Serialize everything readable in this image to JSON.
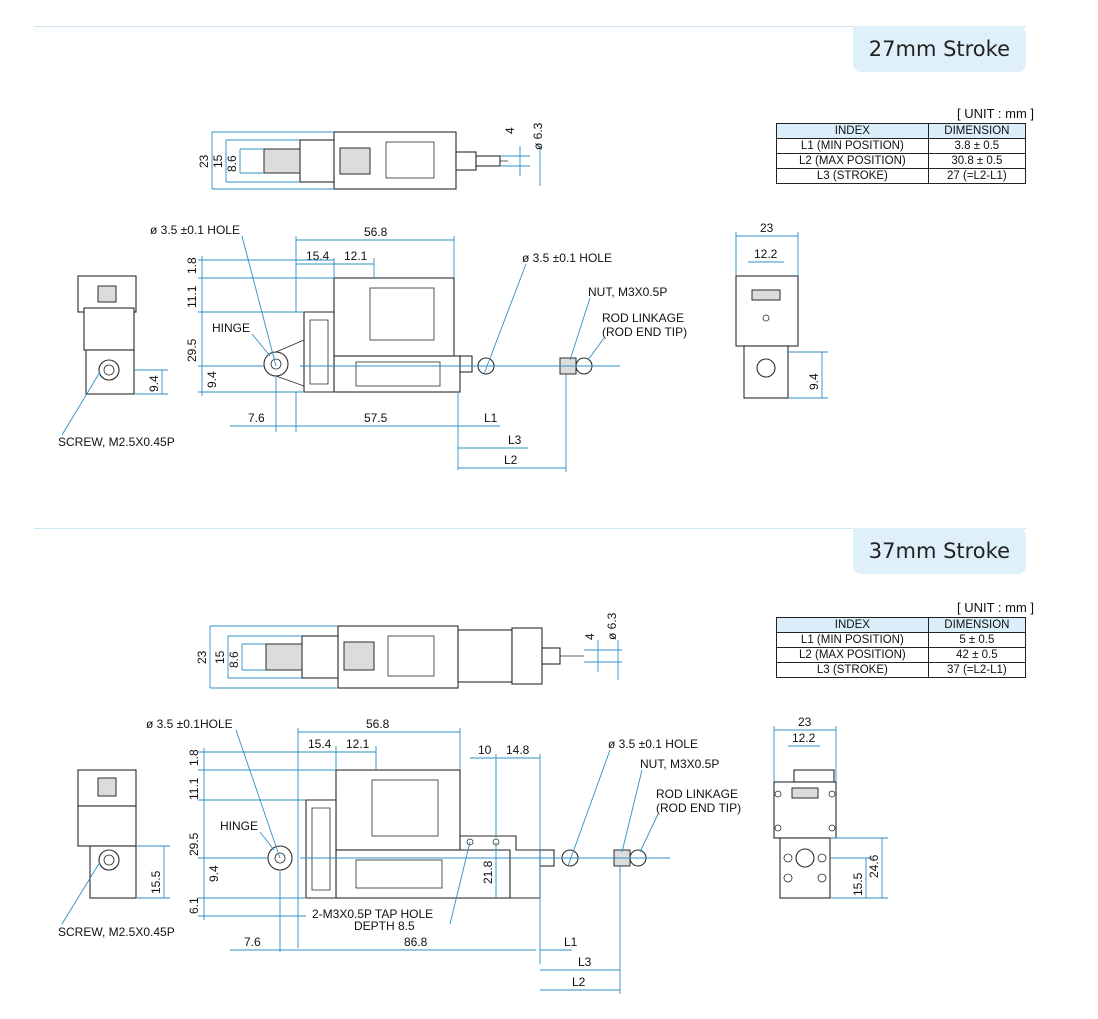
{
  "sections": [
    {
      "title": "27mm Stroke",
      "unit_label": "[ UNIT : mm ]",
      "table": {
        "headers": [
          "INDEX",
          "DIMENSION"
        ],
        "rows": [
          [
            "L1 (MIN POSITION)",
            "3.8 ± 0.5"
          ],
          [
            "L2 (MAX POSITION)",
            "30.8 ± 0.5"
          ],
          [
            "L3 (STROKE)",
            "27 (=L2-L1)"
          ]
        ]
      },
      "top_view": {
        "dims": [
          "23",
          "15",
          "8.6",
          "4",
          "ø 6.3"
        ]
      },
      "side_view": {
        "labels": {
          "hole_left": "ø 3.5  ±0.1 HOLE",
          "hole_right": "ø 3.5  ±0.1 HOLE",
          "hinge": "HINGE",
          "nut": "NUT, M3X0.5P",
          "rod_linkage": "ROD LINKAGE",
          "rod_end": "(ROD END TIP)"
        },
        "dims": {
          "overall": "56.8",
          "a": "15.4",
          "b": "12.1",
          "v1": "1.8",
          "v2": "11.1",
          "v3": "29.5",
          "v4": "9.4",
          "left": "7.6",
          "body": "57.5",
          "l1": "L1",
          "l3": "L3",
          "l2": "L2"
        }
      },
      "end_view_left": {
        "screw": "SCREW, M2.5X0.45P",
        "dim": "9.4"
      },
      "end_view_right": {
        "width": "23",
        "inner": "12.2",
        "height": "9.4"
      }
    },
    {
      "title": "37mm Stroke",
      "unit_label": "[ UNIT : mm ]",
      "table": {
        "headers": [
          "INDEX",
          "DIMENSION"
        ],
        "rows": [
          [
            "L1 (MIN POSITION)",
            "5 ± 0.5"
          ],
          [
            "L2 (MAX POSITION)",
            "42 ± 0.5"
          ],
          [
            "L3 (STROKE)",
            "37 (=L2-L1)"
          ]
        ]
      },
      "top_view": {
        "dims": [
          "23",
          "15",
          "8.6",
          "4",
          "ø 6.3"
        ]
      },
      "side_view": {
        "labels": {
          "hole_left": "ø 3.5  ±0.1HOLE",
          "hole_right": "ø 3.5  ±0.1 HOLE",
          "hinge": "HINGE",
          "nut": "NUT, M3X0.5P",
          "rod_linkage": "ROD LINKAGE",
          "rod_end": "(ROD END TIP)",
          "tap_hole": "2-M3X0.5P TAP HOLE",
          "tap_depth": "DEPTH 8.5"
        },
        "dims": {
          "overall": "56.8",
          "a": "15.4",
          "b": "12.1",
          "c": "10",
          "d": "14.8",
          "v1": "1.8",
          "v2": "11.1",
          "v3": "29.5",
          "v4": "9.4",
          "v5": "6.1",
          "v6": "21.8",
          "left": "7.6",
          "body": "86.8",
          "l1": "L1",
          "l3": "L3",
          "l2": "L2"
        }
      },
      "end_view_left": {
        "screw": "SCREW, M2.5X0.45P",
        "dim": "15.5"
      },
      "end_view_right": {
        "width": "23",
        "inner": "12.2",
        "h1": "15.5",
        "h2": "24.6"
      }
    }
  ]
}
